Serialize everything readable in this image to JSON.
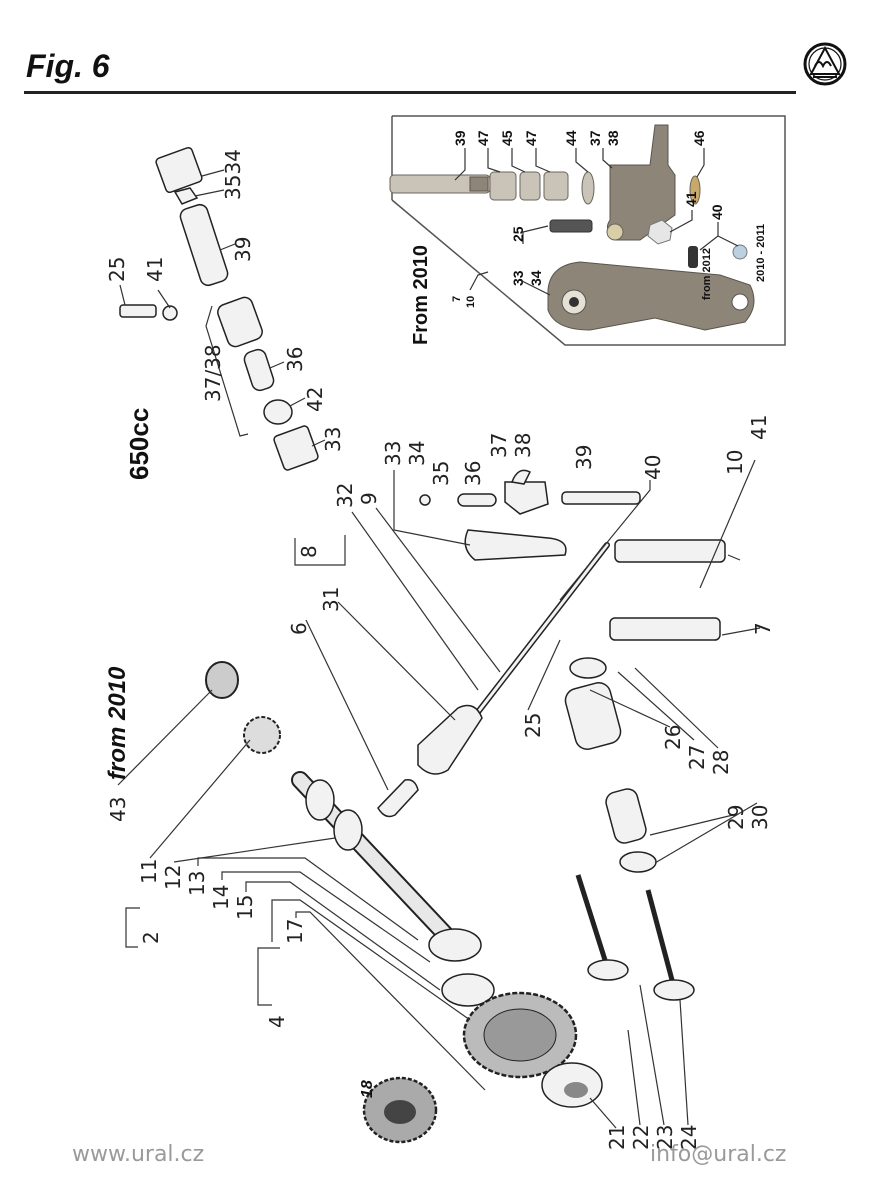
{
  "header": {
    "title": "Fig. 6",
    "logo": "ural-logo-icon"
  },
  "inset": {
    "title": "From 2010",
    "labels": {
      "l39": "39",
      "l47a": "47",
      "l45": "45",
      "l47b": "47",
      "l44": "44",
      "l37": "37",
      "l38": "38",
      "l46": "46",
      "l41": "41",
      "l40": "40",
      "from2012": "from 2012",
      "y2010_2011": "2010 - 2011",
      "l25": "25",
      "l33": "33",
      "l34": "34",
      "l7": "7",
      "l10": "10"
    }
  },
  "upper_left": {
    "engine_label": "650cc",
    "labels": {
      "l25": "25",
      "l41": "41",
      "l3534": "3534",
      "l39": "39",
      "l3738": "37/38",
      "l36": "36",
      "l42": "42",
      "l33": "33"
    }
  },
  "main": {
    "from2010_label": "from 2010",
    "labels": {
      "l43": "43",
      "l8": "8",
      "l31": "31",
      "l6": "6",
      "l32": "32",
      "l9": "9",
      "l33": "33",
      "l34": "34",
      "l35": "35",
      "l36": "36",
      "l37": "37",
      "l38": "38",
      "l39": "39",
      "l40": "40",
      "l10": "10",
      "l41": "41",
      "l7": "7",
      "l25": "25",
      "l26": "26",
      "l27": "27",
      "l28": "28",
      "l29": "29",
      "l30": "30",
      "l2": "2",
      "l11": "11",
      "l12": "12",
      "l13": "13",
      "l14": "14",
      "l15": "15",
      "l4": "4",
      "l17": "17",
      "l18": "18",
      "l21": "21",
      "l22": "22",
      "l23": "23",
      "l24": "24"
    }
  },
  "footer": {
    "website": "www.ural.cz",
    "email": "info@ural.cz"
  }
}
